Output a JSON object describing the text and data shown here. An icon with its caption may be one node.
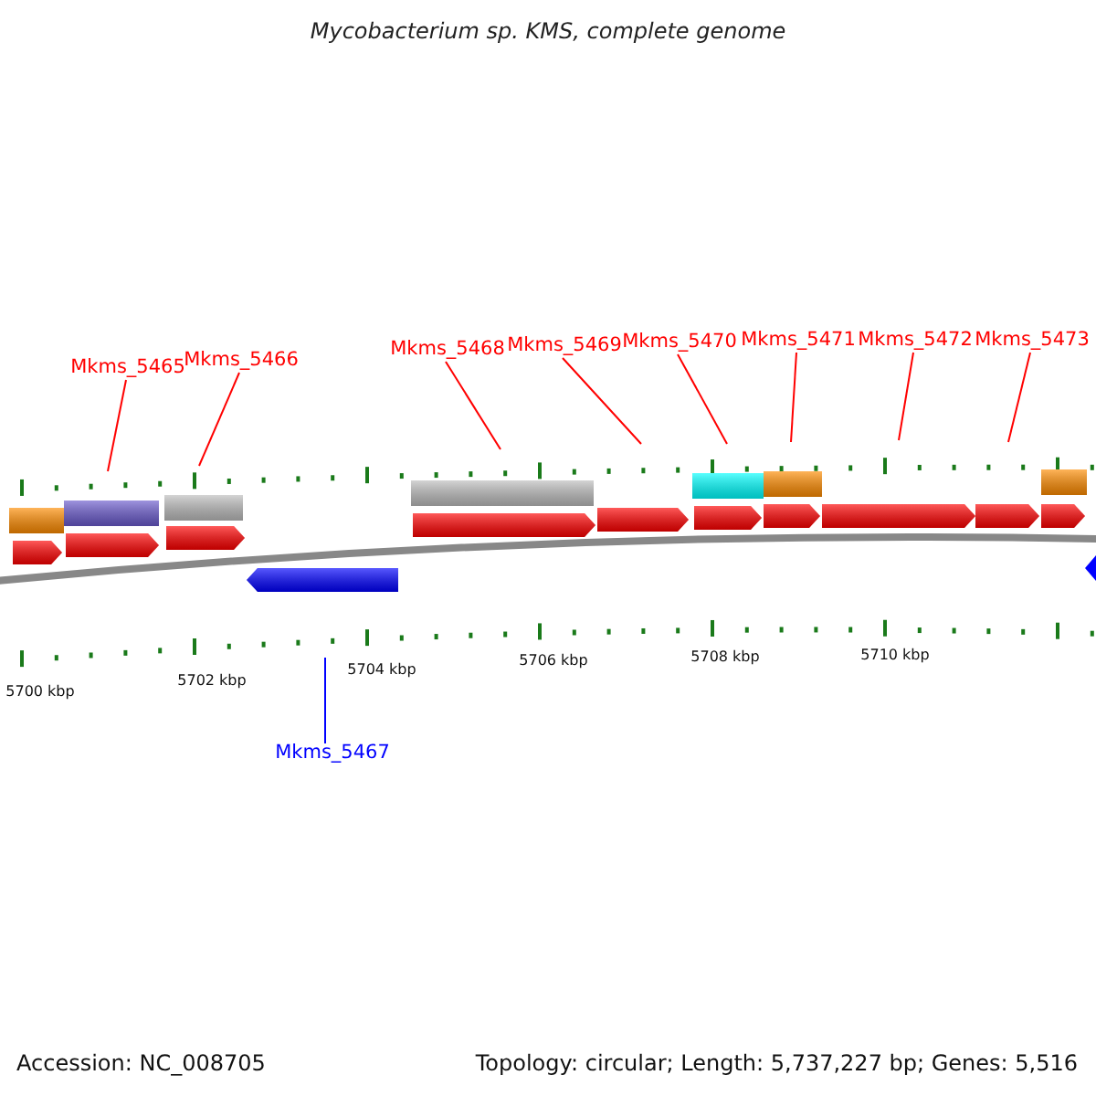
{
  "diagram": {
    "title": "Mycobacterium sp. KMS, complete genome",
    "nodes": [
      {
        "text": [
          "Mkms_5465"
        ]
      },
      {
        "text": [
          "Mkms_5466"
        ]
      },
      {
        "text": [
          "Mkms_5468"
        ]
      },
      {
        "text": [
          "Mkms_5469"
        ]
      },
      {
        "text": [
          "Mkms_5470"
        ]
      },
      {
        "text": [
          "Mkms_5471"
        ]
      },
      {
        "text": [
          "Mkms_5472"
        ]
      },
      {
        "text": [
          "Mkms_5473"
        ]
      },
      {
        "text": [
          "Mkms_5467"
        ]
      }
    ],
    "edges": [
      {
        "from": 0,
        "to": null,
        "arrow": "none"
      },
      {
        "from": 1,
        "to": null,
        "arrow": "none"
      },
      {
        "from": 2,
        "to": null,
        "arrow": "none"
      },
      {
        "from": 3,
        "to": null,
        "arrow": "none"
      },
      {
        "from": 4,
        "to": null,
        "arrow": "none"
      },
      {
        "from": 5,
        "to": null,
        "arrow": "none"
      },
      {
        "from": 6,
        "to": null,
        "arrow": "none"
      },
      {
        "from": 7,
        "to": null,
        "arrow": "none"
      },
      {
        "from": 8,
        "to": null,
        "arrow": "none",
        "color": "#0000ff"
      }
    ],
    "labels": [
      "5700 kbp",
      "5702 kbp",
      "5704 kbp",
      "5706 kbp",
      "5708 kbp",
      "5710 kbp",
      "Accession: NC_008705",
      "Topology: circular; Length: 5,737,227 bp; Genes: 5,516"
    ]
  }
}
